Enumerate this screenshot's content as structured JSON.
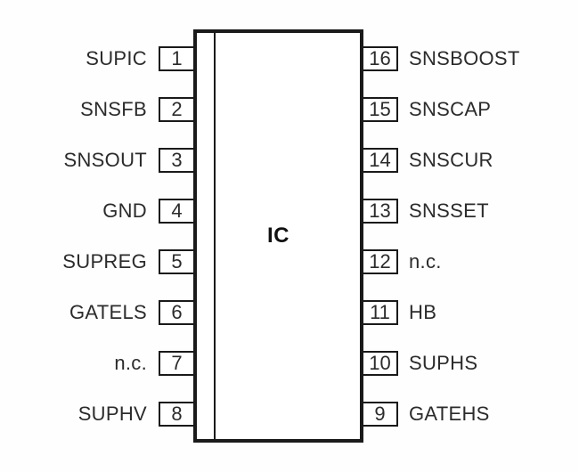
{
  "diagram": {
    "title": "IC",
    "pins": {
      "left": [
        {
          "number": "1",
          "label": "SUPIC"
        },
        {
          "number": "2",
          "label": "SNSFB"
        },
        {
          "number": "3",
          "label": "SNSOUT"
        },
        {
          "number": "4",
          "label": "GND"
        },
        {
          "number": "5",
          "label": "SUPREG"
        },
        {
          "number": "6",
          "label": "GATELS"
        },
        {
          "number": "7",
          "label": "n.c."
        },
        {
          "number": "8",
          "label": "SUPHV"
        }
      ],
      "right": [
        {
          "number": "16",
          "label": "SNSBOOST"
        },
        {
          "number": "15",
          "label": "SNSCAP"
        },
        {
          "number": "14",
          "label": "SNSCUR"
        },
        {
          "number": "13",
          "label": "SNSSET"
        },
        {
          "number": "12",
          "label": "n.c."
        },
        {
          "number": "11",
          "label": "HB"
        },
        {
          "number": "10",
          "label": "SUPHS"
        },
        {
          "number": "9",
          "label": "GATEHS"
        }
      ]
    },
    "colors": {
      "line": "#1a1a1a",
      "text": "#2b2b2b",
      "background": "#fefefe"
    }
  }
}
